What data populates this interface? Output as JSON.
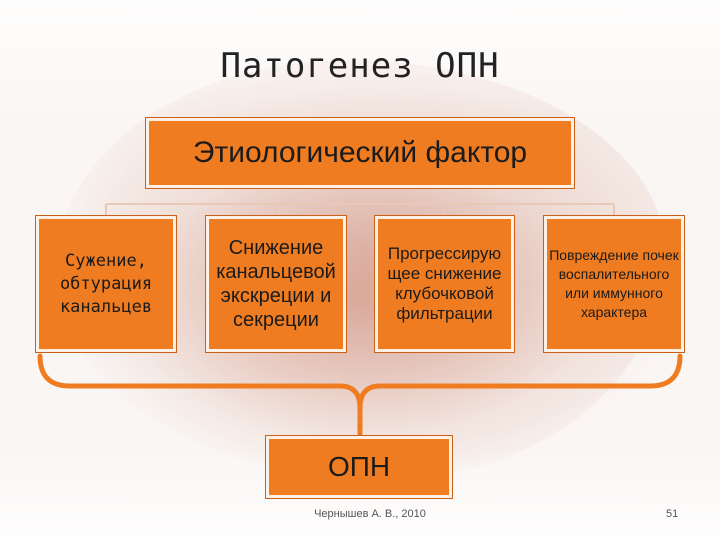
{
  "slide": {
    "title": "Патогенез ОПН",
    "top_box": "Этиологический фактор",
    "causes": [
      "Сужение, обтурация канальцев",
      "Снижение канальцевой экскреции и секреции",
      "Прогрессирую щее снижение клубочковой фильтрации",
      "Повреждение почек воспалительного или иммунного характера"
    ],
    "result_box": "ОПН",
    "footer": "Чернышев А. В., 2010",
    "page_number": "51"
  },
  "colors": {
    "box_fill": "#f07c21",
    "box_border": "#fdf0e4",
    "bracket": "#f07c21",
    "connector": "#e8c9b8"
  }
}
